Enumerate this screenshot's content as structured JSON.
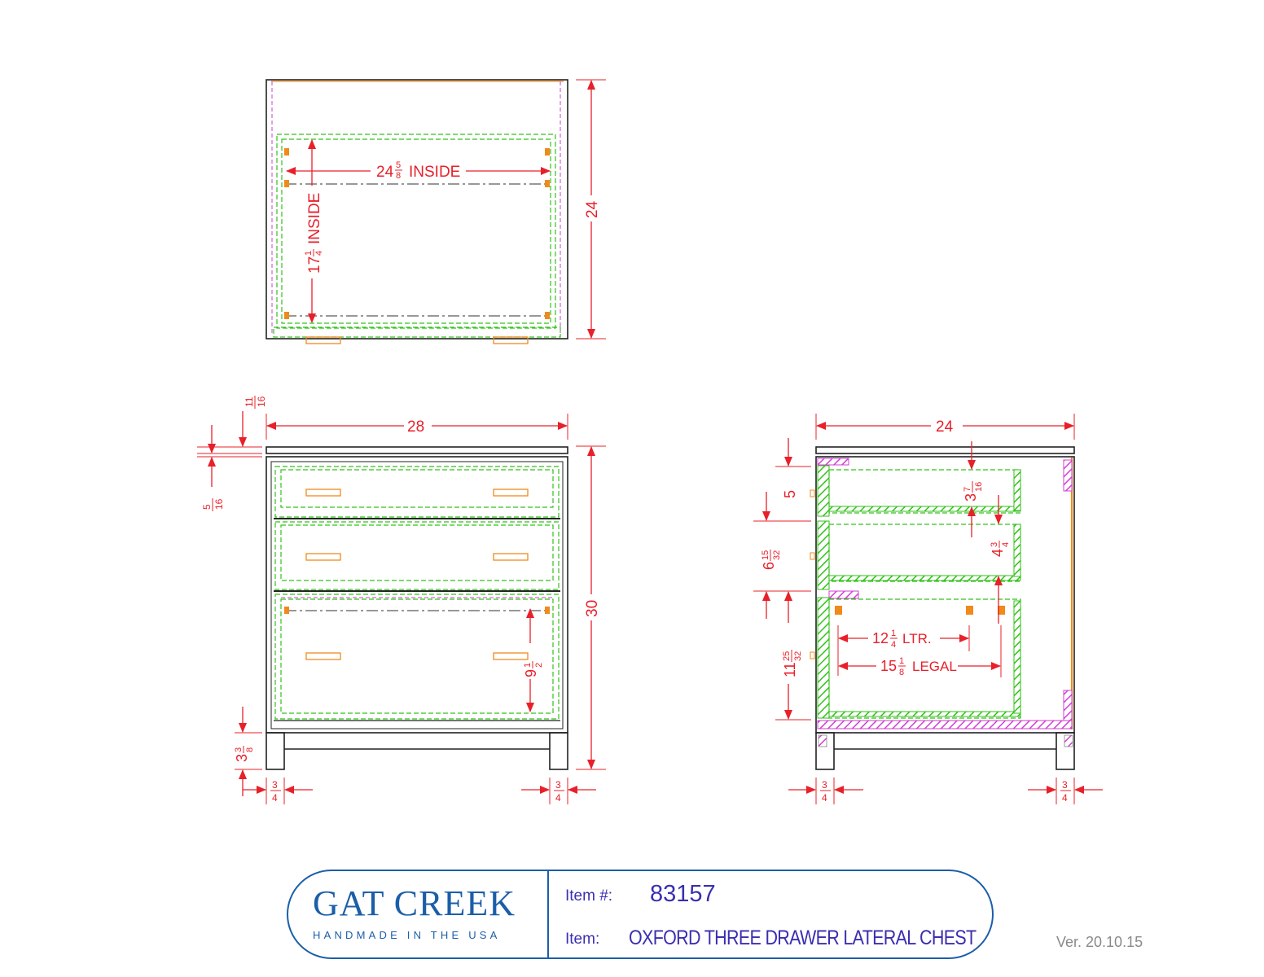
{
  "drawing": {
    "top_view": {
      "width_dim": "24",
      "width_frac": {
        "num": "5",
        "den": "8"
      },
      "width_text": "INSIDE",
      "depth_dim": "17",
      "depth_frac": {
        "num": "1",
        "den": "4"
      },
      "depth_text": "INSIDE",
      "overall_depth": "24"
    },
    "front_view": {
      "overall_width": "28",
      "overall_height": "30",
      "top_thickness": {
        "num": "11",
        "den": "16"
      },
      "top_gap": {
        "num": "5",
        "den": "16"
      },
      "leg_height": {
        "whole": "3",
        "num": "3",
        "den": "8"
      },
      "leg_left": {
        "num": "3",
        "den": "4"
      },
      "leg_right": {
        "num": "3",
        "den": "4"
      },
      "file_drawer_depth": {
        "whole": "9",
        "num": "1",
        "den": "2"
      }
    },
    "side_view": {
      "overall_depth": "24",
      "drawer_1": "5",
      "drawer_2": {
        "whole": "6",
        "num": "15",
        "den": "32"
      },
      "drawer_3": {
        "whole": "11",
        "num": "25",
        "den": "32"
      },
      "inner_1": {
        "whole": "3",
        "num": "7",
        "den": "16"
      },
      "inner_2": {
        "whole": "4",
        "num": "3",
        "den": "4"
      },
      "letter": {
        "whole": "12",
        "num": "1",
        "den": "4",
        "text": "LTR."
      },
      "legal": {
        "whole": "15",
        "num": "1",
        "den": "8",
        "text": "LEGAL"
      },
      "leg_left": {
        "num": "3",
        "den": "4"
      },
      "leg_right": {
        "num": "3",
        "den": "4"
      }
    },
    "colors": {
      "dimension": "#e8202a",
      "drawer": "#33c21a",
      "hardware": "#f08a1c",
      "hidden": "#d23fd6",
      "outline": "#222222"
    }
  },
  "title_block": {
    "logo_name": "GAT CREEK",
    "logo_tagline": "HANDMADE IN THE USA",
    "item_no_label": "Item #:",
    "item_no": "83157",
    "item_label": "Item:",
    "item_name": "OXFORD THREE DRAWER LATERAL CHEST"
  },
  "version": "Ver. 20.10.15"
}
